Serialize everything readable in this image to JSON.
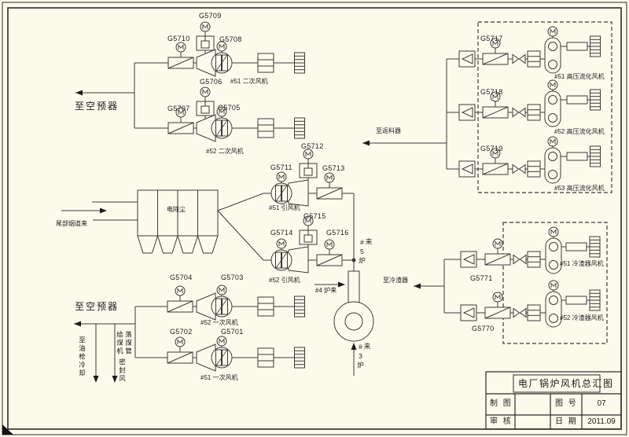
{
  "page": {
    "paper_color": "#fcfaeb",
    "line_color": "#3b3b3b",
    "text_color": "#1c1c1c"
  },
  "title_block": {
    "title": "电厂锅炉风机总汇图",
    "drawn_by_label": "制 图",
    "checked_by_label": "审 核",
    "drawing_no_label": "图 号",
    "drawing_no_value": "07",
    "date_label": "日 期",
    "date_value": "2011.09"
  },
  "annotations": {
    "to_air_preheater_top": "至空预器",
    "to_air_preheater_bottom": "至空预器",
    "from_rear_flue": "尾部烟道来",
    "esp_label": "电除尘",
    "to_return_feeder": "至返料器",
    "to_slag_cooler": "至冷渣器",
    "from_boiler_5": "#5炉来",
    "from_boiler_4": "#4 炉来",
    "from_boiler_3": "#3炉来",
    "to_oil_gun_cooling": "至油枪冷却",
    "coal_feeder": "给煤机",
    "coal_chute": "落煤管",
    "seal_air": "密封风"
  },
  "fans": {
    "sec_51": "#51 二次风机",
    "sec_52": "#52 二次风机",
    "id_51": "#51 引风机",
    "id_52": "#52 引风机",
    "pa_52": "#52 一次风机",
    "pa_51": "#51 一次风机",
    "hp_51": "#51 高压流化风机",
    "hp_52": "#52 高压流化风机",
    "hp_53": "#53 高压流化风机",
    "slag_51": "#51 冷渣器风机",
    "slag_52": "#52 冷渣器风机"
  },
  "tags": {
    "g5709": "G5709",
    "g5710": "G5710",
    "g5708": "G5708",
    "g5706": "G5706",
    "g5707": "G5707",
    "g5705": "G5705",
    "g5712": "G5712",
    "g5711": "G5711",
    "g5713": "G5713",
    "g5715": "G5715",
    "g5714": "G5714",
    "g5716": "G5716",
    "g5704": "G5704",
    "g5703": "G5703",
    "g5702": "G5702",
    "g5701": "G5701",
    "g5717": "G5717",
    "g5718": "G5718",
    "g5719": "G5719",
    "g5771": "G5771",
    "g5770": "G5770"
  }
}
